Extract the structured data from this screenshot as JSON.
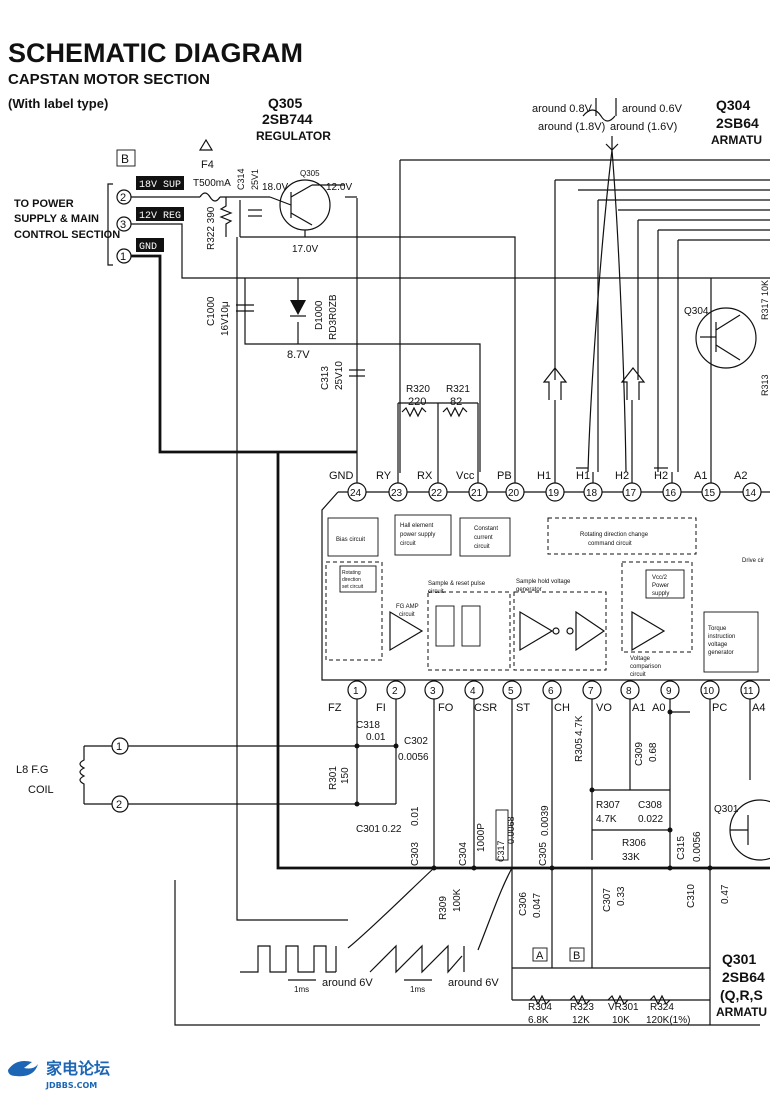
{
  "title": "SCHEMATIC DIAGRAM",
  "subtitle": "CAPSTAN MOTOR SECTION",
  "label_type": "(With label type)",
  "q305": {
    "ref": "Q305",
    "part": "2SB744",
    "role": "REGULATOR",
    "v_in": "18.0V",
    "v_out": "12.0V",
    "v_base": "17.0V",
    "small_ref": "Q305"
  },
  "q304": {
    "ref": "Q304",
    "part": "2SB64",
    "role": "ARMATU",
    "small_ref": "Q304"
  },
  "q301": {
    "ref": "Q301",
    "part": "2SB64",
    "variant": "(Q,R,S",
    "role": "ARMATU",
    "small_ref": "Q301"
  },
  "connector_b": {
    "letter": "B",
    "destination": [
      "TO POWER",
      "SUPPLY & MAIN",
      "CONTROL SECTION"
    ],
    "pins": [
      {
        "num": "2",
        "label": "18V SUP"
      },
      {
        "num": "3",
        "label": "12V REG"
      },
      {
        "num": "1",
        "label": "GND"
      }
    ]
  },
  "fuse": {
    "ref": "F4",
    "rating": "T500mA"
  },
  "components": {
    "c314": "C314",
    "c314_val": "25V1",
    "r322": "R322 390",
    "c1000": "C1000",
    "c1000_val": "16V10μ",
    "d1000": "D1000",
    "d1000_val": "RD3R0ZB",
    "v87": "8.7V",
    "c313": "C313",
    "c313_val": "25V10",
    "r320": "R320",
    "r320_val": "220",
    "r321": "R321",
    "r321_val": "82",
    "r317": "R317 10K",
    "r313": "R313",
    "c318": "C318",
    "c318_val": "0.01",
    "c302": "C302",
    "c302_val": "0.0056",
    "r301": "R301",
    "r301_val": "150",
    "c301": "C301",
    "c301_val": "0.22",
    "c303": "C303",
    "c303_val": "0.01",
    "c304": "C304",
    "c304_val": "1000P",
    "c317": "C317",
    "c317_val": "0.0068",
    "c305": "C305",
    "c305_val": "0.0039",
    "r305": "R305",
    "r305_val": "4.7K",
    "c309": "C309",
    "c309_val": "0.68",
    "r307": "R307",
    "r307_val": "4.7K",
    "c308": "C308",
    "c308_val": "0.022",
    "r306": "R306",
    "r306_val": "33K",
    "c315": "C315",
    "c315_val": "0.0056",
    "r309": "R309",
    "r309_val": "100K",
    "c306": "C306",
    "c306_val": "0.047",
    "c307": "C307",
    "c307_val": "0.33",
    "c310": "C310",
    "c310_val": "0.47",
    "r304": "R304",
    "r304_val": "6.8K",
    "r323": "R323",
    "r323_val": "12K",
    "vr301": "VR301",
    "vr301_val": "10K",
    "r324": "R324",
    "r324_val": "120K(1%)"
  },
  "fg_coil": {
    "label": [
      "L8 F.G",
      "COIL"
    ],
    "pins": [
      "1",
      "2"
    ]
  },
  "waveforms": {
    "left_time": "1ms",
    "left_amp": "around 6V",
    "right_time": "1ms",
    "right_amp": "around 6V"
  },
  "hall_annotation": {
    "top_left": "around 0.8V",
    "top_right": "around 0.6V",
    "bottom_left": "around (1.8V)",
    "bottom_right": "around (1.6V)"
  },
  "ic_pins_top": [
    {
      "num": "24",
      "name": "GND"
    },
    {
      "num": "23",
      "name": "RY"
    },
    {
      "num": "22",
      "name": "RX"
    },
    {
      "num": "21",
      "name": "Vcc"
    },
    {
      "num": "20",
      "name": "PB"
    },
    {
      "num": "19",
      "name": "H1"
    },
    {
      "num": "18",
      "name": "H1"
    },
    {
      "num": "17",
      "name": "H2"
    },
    {
      "num": "16",
      "name": "H2"
    },
    {
      "num": "15",
      "name": "A1"
    },
    {
      "num": "14",
      "name": "A2"
    }
  ],
  "ic_pins_bottom": [
    {
      "num": "1",
      "name": "FZ"
    },
    {
      "num": "2",
      "name": "FI"
    },
    {
      "num": "3",
      "name": "FO"
    },
    {
      "num": "4",
      "name": "CSR"
    },
    {
      "num": "5",
      "name": "ST"
    },
    {
      "num": "6",
      "name": "CH"
    },
    {
      "num": "7",
      "name": "VO"
    },
    {
      "num": "8",
      "name": "A1"
    },
    {
      "num": "9",
      "name": "A0"
    },
    {
      "num": "10",
      "name": "PC"
    },
    {
      "num": "11",
      "name": "A4"
    }
  ],
  "ic_blocks": {
    "bias": "Bias circuit",
    "hall_power": [
      "Hall element",
      "power supply",
      "circuit"
    ],
    "const_current": [
      "Constant",
      "current",
      "circuit"
    ],
    "rot_change": [
      "Rotating direction change",
      "command circuit"
    ],
    "drive": "Drive cir",
    "rot_set": [
      "Rotating",
      "direction",
      "set circuit"
    ],
    "fg_amp": [
      "FG AMP",
      "circuit"
    ],
    "sample_reset": [
      "Sample & reset pulse",
      "circuit"
    ],
    "sample_hold": [
      "Sample hold voltage",
      "generator"
    ],
    "vcc2": [
      "Vcc/2",
      "Power",
      "supply"
    ],
    "torque": [
      "Torque",
      "instruction",
      "voltage",
      "generator"
    ],
    "volt_comp": [
      "Voltage",
      "comparison",
      "circuit"
    ]
  },
  "jumpers": {
    "a": "A",
    "b": "B"
  },
  "watermark": {
    "name": "家电论坛",
    "site": "JDBBS.COM"
  }
}
